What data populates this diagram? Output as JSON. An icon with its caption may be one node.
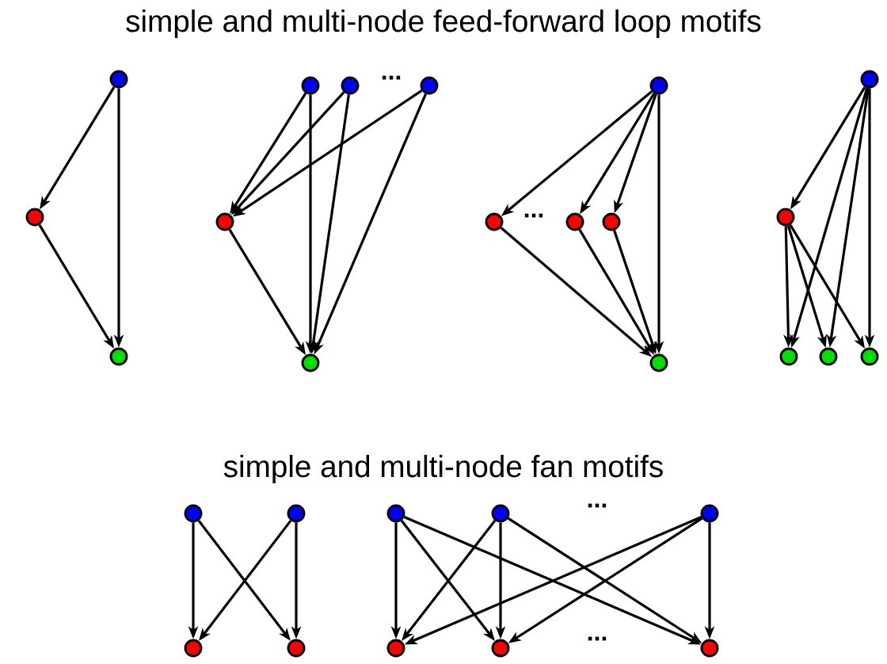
{
  "diagram": {
    "title": "simple and multi-node feed-forward loop motifs",
    "nodes": [
      {
        "text": [],
        "shape": "circle"
      },
      {
        "text": [],
        "shape": "circle"
      },
      {
        "text": [],
        "shape": "circle"
      },
      {
        "text": [],
        "shape": "circle"
      },
      {
        "text": [],
        "shape": "circle"
      },
      {
        "text": [],
        "shape": "circle"
      },
      {
        "text": [],
        "shape": "circle"
      },
      {
        "text": [],
        "shape": "circle"
      },
      {
        "text": [],
        "shape": "circle"
      },
      {
        "text": [],
        "shape": "circle"
      },
      {
        "text": [],
        "shape": "circle"
      },
      {
        "text": [],
        "shape": "circle"
      },
      {
        "text": [],
        "shape": "circle"
      },
      {
        "text": [],
        "shape": "circle"
      },
      {
        "text": [],
        "shape": "circle"
      },
      {
        "text": [],
        "shape": "circle"
      },
      {
        "text": [],
        "shape": "circle"
      },
      {
        "text": [],
        "shape": "circle"
      },
      {
        "text": [],
        "shape": "circle"
      },
      {
        "text": [],
        "shape": "circle"
      },
      {
        "text": [],
        "shape": "circle"
      },
      {
        "text": [],
        "shape": "circle"
      },
      {
        "text": [],
        "shape": "circle"
      },
      {
        "text": [],
        "shape": "circle"
      },
      {
        "text": [],
        "shape": "circle"
      },
      {
        "text": [],
        "shape": "circle"
      },
      {
        "text": [],
        "shape": "circle"
      },
      {
        "text": [],
        "shape": "circle"
      }
    ],
    "edges": [
      {
        "from": 0,
        "to": 1,
        "arrow": "to"
      },
      {
        "from": 0,
        "to": 2,
        "arrow": "to"
      },
      {
        "from": 1,
        "to": 2,
        "arrow": "to"
      },
      {
        "from": 3,
        "to": 6,
        "arrow": "to"
      },
      {
        "from": 4,
        "to": 6,
        "arrow": "to"
      },
      {
        "from": 5,
        "to": 6,
        "arrow": "to"
      },
      {
        "from": 3,
        "to": 7,
        "arrow": "to"
      },
      {
        "from": 4,
        "to": 7,
        "arrow": "to"
      },
      {
        "from": 5,
        "to": 7,
        "arrow": "to"
      },
      {
        "from": 6,
        "to": 7,
        "arrow": "to"
      },
      {
        "from": 8,
        "to": 9,
        "arrow": "to"
      },
      {
        "from": 8,
        "to": 10,
        "arrow": "to"
      },
      {
        "from": 8,
        "to": 11,
        "arrow": "to"
      },
      {
        "from": 8,
        "to": 12,
        "arrow": "to"
      },
      {
        "from": 9,
        "to": 12,
        "arrow": "to"
      },
      {
        "from": 10,
        "to": 12,
        "arrow": "to"
      },
      {
        "from": 11,
        "to": 12,
        "arrow": "to"
      },
      {
        "from": 13,
        "to": 14,
        "arrow": "to"
      },
      {
        "from": 13,
        "to": 15,
        "arrow": "to"
      },
      {
        "from": 13,
        "to": 16,
        "arrow": "to"
      },
      {
        "from": 13,
        "to": 17,
        "arrow": "to"
      },
      {
        "from": 14,
        "to": 15,
        "arrow": "to"
      },
      {
        "from": 14,
        "to": 16,
        "arrow": "to"
      },
      {
        "from": 14,
        "to": 17,
        "arrow": "to"
      },
      {
        "from": 18,
        "to": 20,
        "arrow": "to"
      },
      {
        "from": 18,
        "to": 21,
        "arrow": "to"
      },
      {
        "from": 19,
        "to": 20,
        "arrow": "to"
      },
      {
        "from": 19,
        "to": 21,
        "arrow": "to"
      },
      {
        "from": 22,
        "to": 25,
        "arrow": "to"
      },
      {
        "from": 22,
        "to": 26,
        "arrow": "to"
      },
      {
        "from": 22,
        "to": 27,
        "arrow": "to"
      },
      {
        "from": 23,
        "to": 25,
        "arrow": "to"
      },
      {
        "from": 23,
        "to": 26,
        "arrow": "to"
      },
      {
        "from": 23,
        "to": 27,
        "arrow": "to"
      },
      {
        "from": 24,
        "to": 25,
        "arrow": "to"
      },
      {
        "from": 24,
        "to": 26,
        "arrow": "to"
      },
      {
        "from": 24,
        "to": 27,
        "arrow": "to"
      }
    ],
    "labels": [
      "simple and multi-node fan motifs",
      "...",
      "...",
      "...",
      "..."
    ]
  }
}
